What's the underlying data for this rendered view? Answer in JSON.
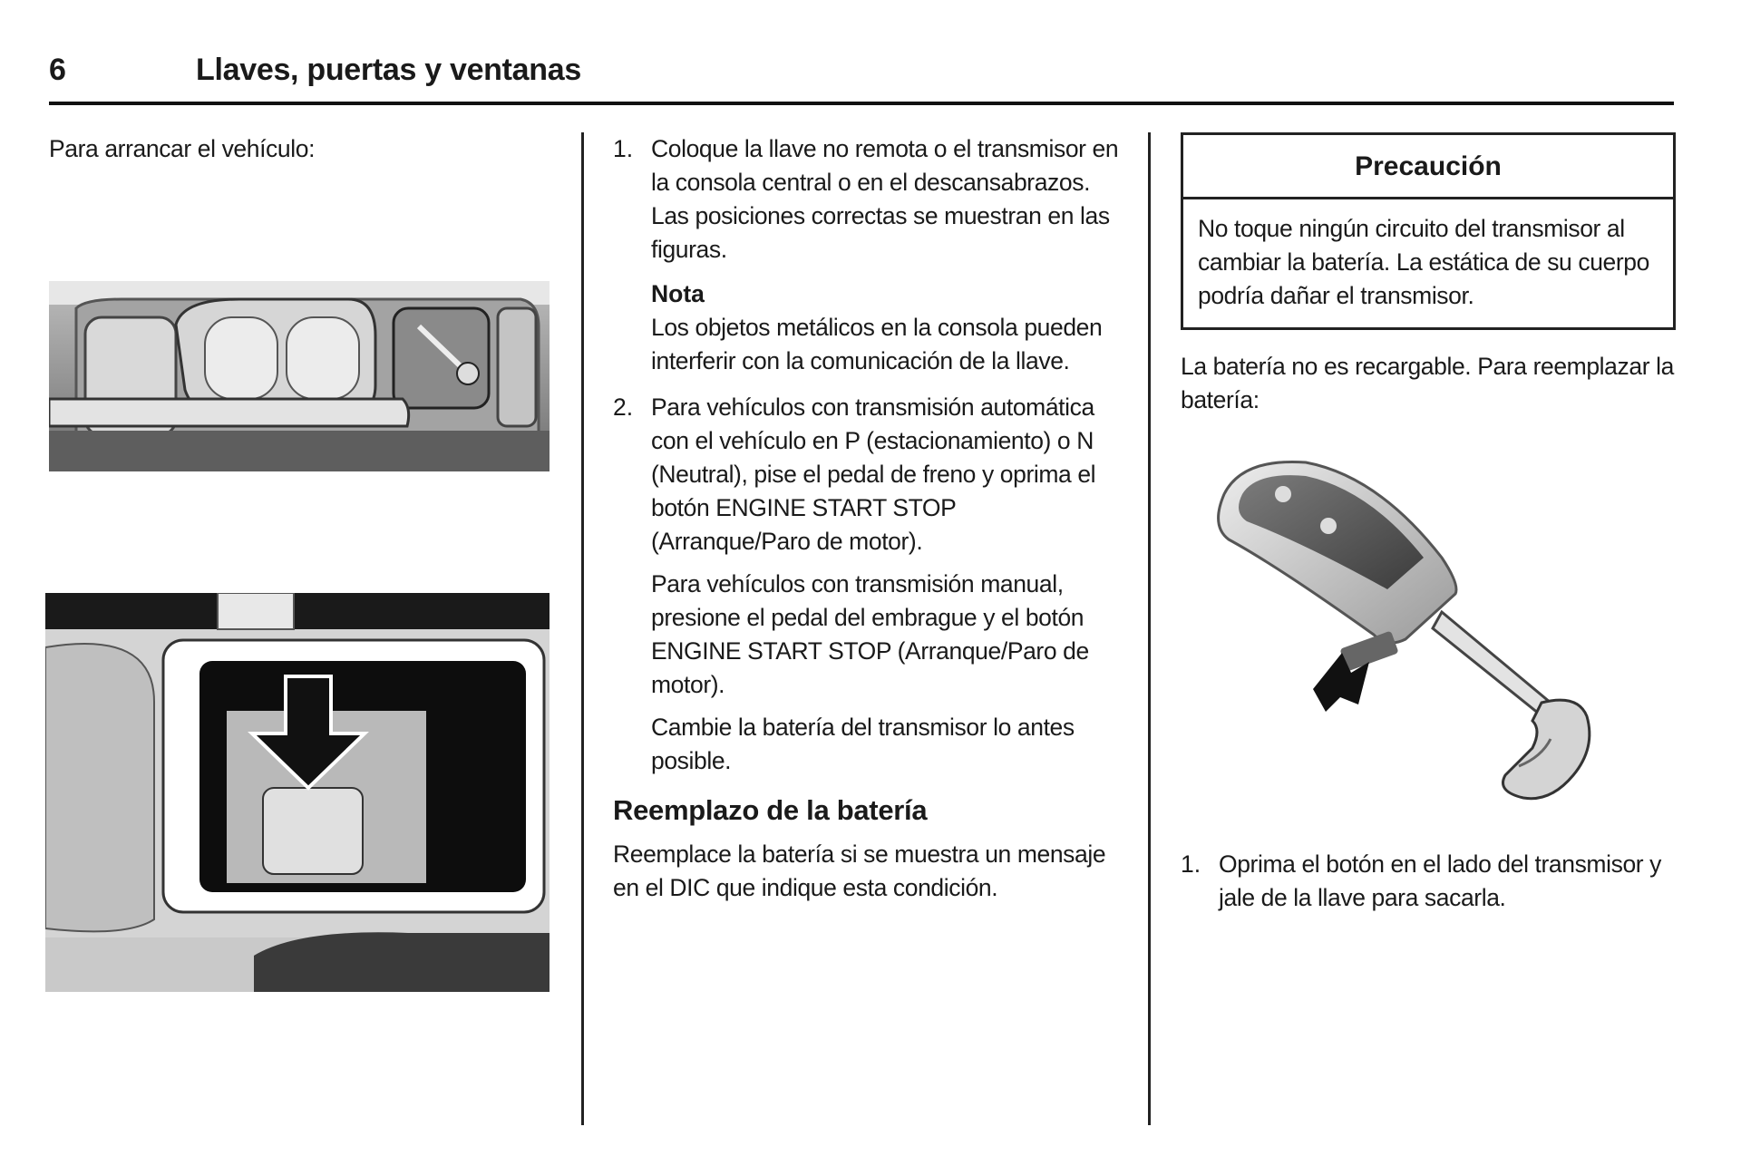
{
  "header": {
    "page_number": "6",
    "title": "Llaves, puertas y ventanas"
  },
  "column1": {
    "intro": "Para arrancar el vehículo:",
    "figure_top": "console-cupholder-key-icon",
    "figure_bottom": "armrest-storage-arrow-icon"
  },
  "column2": {
    "steps": [
      {
        "number": "1.",
        "text": "Coloque la llave no remota o el transmisor en la consola central o en el descansabrazos. Las posiciones correctas se muestran en las figuras.",
        "note_heading": "Nota",
        "note_text": "Los objetos metálicos en la consola pueden interferir con la comunicación de la llave."
      },
      {
        "number": "2.",
        "text": "Para vehículos con transmisión automática con el vehículo en P (estacionamiento) o N (Neutral), pise el pedal de freno y oprima el botón ENGINE START STOP (Arranque/Paro de motor).",
        "extra1": "Para vehículos con transmisión manual, presione el pedal del embrague y el botón ENGINE START STOP (Arranque/Paro de motor).",
        "extra2": "Cambie la batería del transmisor lo antes posible."
      }
    ],
    "section_heading": "Reemplazo de la batería",
    "section_text": "Reemplace la batería si se muestra un mensaje en el DIC que indique esta condición."
  },
  "column3": {
    "caution": {
      "title": "Precaución",
      "text": "No toque ningún circuito del transmisor al cambiar la batería. La estática de su cuerpo podría dañar el transmisor."
    },
    "intro": "La batería no es recargable. Para reemplazar la batería:",
    "figure": "key-fob-with-removed-key-icon",
    "steps": [
      {
        "number": "1.",
        "text": "Oprima el botón en el lado del transmisor y jale de la llave para sacarla."
      }
    ]
  }
}
